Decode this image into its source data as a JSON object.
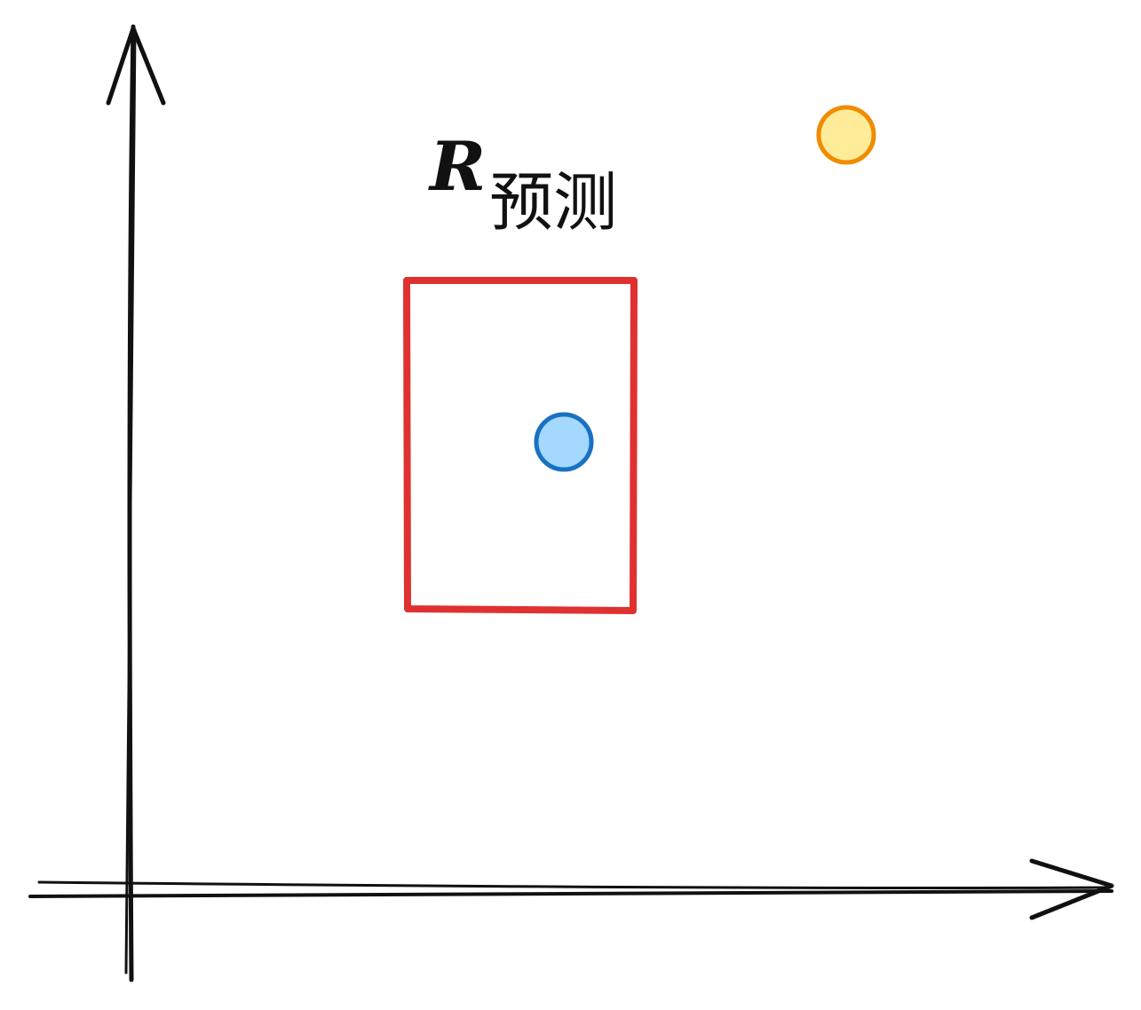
{
  "label": {
    "symbol": "R",
    "subscript": "预测"
  },
  "colors": {
    "axis": "#111111",
    "rectangle": "#e03131",
    "inner_dot_fill": "#a5d8ff",
    "inner_dot_stroke": "#1971c2",
    "outer_dot_fill": "#ffec99",
    "outer_dot_stroke": "#f08c00"
  },
  "icons": {
    "y_axis": "arrow-up",
    "x_axis": "arrow-right"
  }
}
